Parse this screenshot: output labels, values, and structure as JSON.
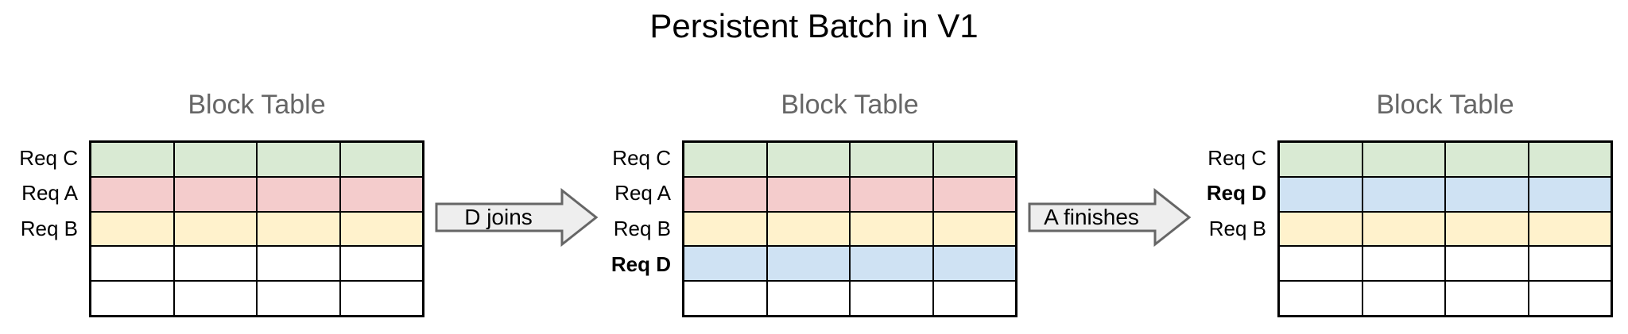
{
  "page_title": "Persistent Batch in V1",
  "tables": [
    {
      "title": "Block Table",
      "rows": [
        {
          "label": "Req C",
          "bold": false,
          "color": "green"
        },
        {
          "label": "Req A",
          "bold": false,
          "color": "red"
        },
        {
          "label": "Req B",
          "bold": false,
          "color": "yellow"
        },
        {
          "label": "",
          "bold": false,
          "color": "white"
        },
        {
          "label": "",
          "bold": false,
          "color": "white"
        }
      ]
    },
    {
      "title": "Block Table",
      "rows": [
        {
          "label": "Req C",
          "bold": false,
          "color": "green"
        },
        {
          "label": "Req A",
          "bold": false,
          "color": "red"
        },
        {
          "label": "Req B",
          "bold": false,
          "color": "yellow"
        },
        {
          "label": "Req D",
          "bold": true,
          "color": "blue"
        },
        {
          "label": "",
          "bold": false,
          "color": "white"
        }
      ]
    },
    {
      "title": "Block Table",
      "rows": [
        {
          "label": "Req C",
          "bold": false,
          "color": "green"
        },
        {
          "label": "Req D",
          "bold": true,
          "color": "blue"
        },
        {
          "label": "Req B",
          "bold": false,
          "color": "yellow"
        },
        {
          "label": "",
          "bold": false,
          "color": "white"
        },
        {
          "label": "",
          "bold": false,
          "color": "white"
        }
      ]
    }
  ],
  "arrows": [
    {
      "label": "D joins"
    },
    {
      "label": "A finishes"
    }
  ],
  "colors": {
    "green": "#d9ead3",
    "red": "#f4cccc",
    "yellow": "#fff2cc",
    "blue": "#cfe2f3",
    "white": "#ffffff",
    "grid_line": "#000000",
    "table_title": "#666666",
    "arrow_fill": "#eeeeee",
    "arrow_border": "#666666"
  }
}
